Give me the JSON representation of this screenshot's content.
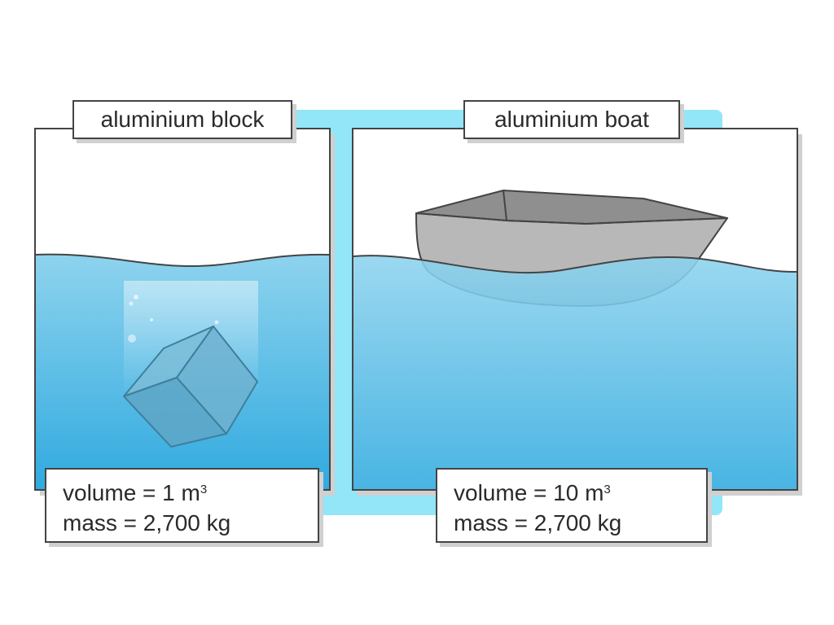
{
  "panels": [
    {
      "title": "aluminium block",
      "volume_label": "volume = 1 m",
      "volume_unit_power": "3",
      "mass_label": "mass = 2,700 kg"
    },
    {
      "title": "aluminium boat",
      "volume_label": "volume = 10 m",
      "volume_unit_power": "3",
      "mass_label": "mass = 2,700 kg"
    }
  ],
  "colors": {
    "backdrop": "#92e6f7",
    "water_top": "#8ed3ee",
    "water_bottom": "#34ace0",
    "metal": "#b8b8b8",
    "metal_dark": "#8f8f8f",
    "outline": "#444444",
    "shadow": "#d0d0d0"
  }
}
